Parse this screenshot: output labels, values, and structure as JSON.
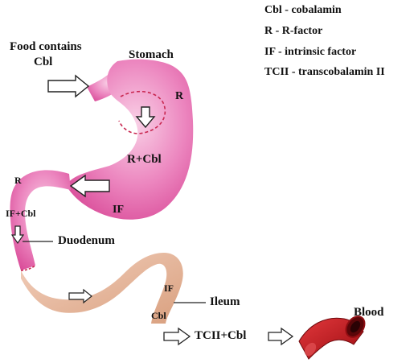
{
  "legend": [
    "Cbl - cobalamin",
    "R - R-factor",
    "IF - intrinsic factor",
    "TCII - transcobalamin II"
  ],
  "labels": {
    "food_line1": "Food contains",
    "food_line2": "Cbl",
    "stomach": "Stomach",
    "r_stomach": "R",
    "r_cbl": "R+Cbl",
    "if_stomach": "IF",
    "r_esophagus": "R",
    "if_cbl": "IF+Cbl",
    "duodenum": "Duodenum",
    "if_ileum": "IF",
    "cbl_ileum": "Cbl",
    "ileum": "Ileum",
    "tcii_cbl": "TCII+Cbl",
    "blood": "Blood"
  },
  "colors": {
    "stomach_pink": "#e35aa6",
    "stomach_light": "#f7c6e1",
    "intestine_tan": "#e0a889",
    "intestine_light": "#f4d3c2",
    "border_red": "#c8264f",
    "vessel_red": "#c4141c",
    "vessel_dark": "#6e0a0e"
  },
  "icons": [
    "flow-arrow-icon",
    "blood-vessel-icon"
  ]
}
